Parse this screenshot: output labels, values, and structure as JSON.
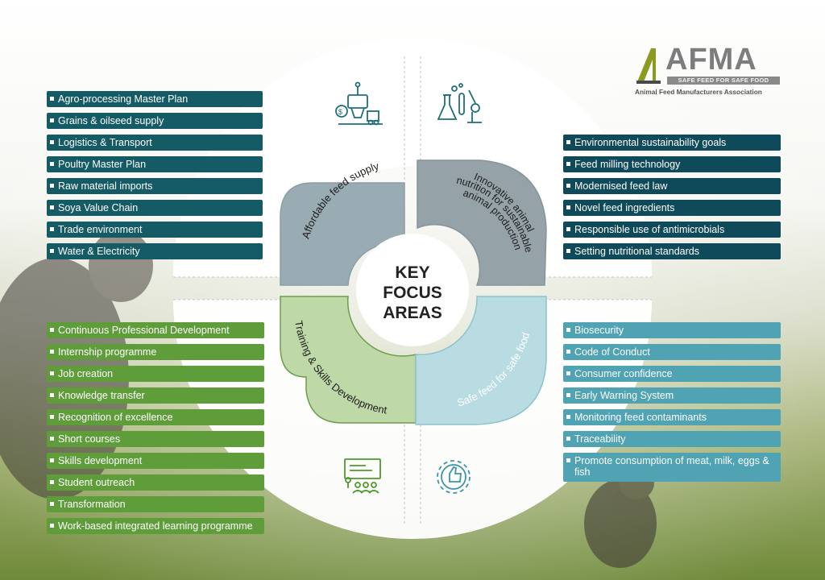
{
  "logo": {
    "name": "AFMA",
    "tagline": "SAFE FEED FOR SAFE FOOD",
    "full_name": "Animal Feed Manufacturers Association"
  },
  "center": {
    "line1": "KEY",
    "line2": "FOCUS",
    "line3": "AREAS"
  },
  "quadrants": {
    "tl": {
      "title": "Affordable feed supply",
      "color": "#9aacb3",
      "icon": "feed-mill-icon"
    },
    "tr": {
      "line1": "Innovative animal",
      "line2": "nutrition for sustainable",
      "line3": "animal production",
      "color": "#95a2a8",
      "icon": "laboratory-icon"
    },
    "bl": {
      "title": "Training & Skills Development",
      "color": "#bfd8a8",
      "icon": "classroom-presentation-icon"
    },
    "br": {
      "title": "Safe feed for safe food",
      "color": "#b8dce2",
      "icon": "gear-thumbs-up-icon"
    }
  },
  "lists": {
    "tl": [
      "Agro-processing Master Plan",
      "Grains & oilseed supply",
      "Logistics & Transport",
      "Poultry Master Plan",
      "Raw material imports",
      "Soya Value Chain",
      "Trade environment",
      "Water & Electricity"
    ],
    "tr": [
      "Environmental sustainability goals",
      "Feed milling technology",
      "Modernised feed law",
      "Novel feed ingredients",
      "Responsible use of antimicrobials",
      "Setting nutritional standards"
    ],
    "bl": [
      "Continuous Professional Development",
      "Internship programme",
      "Job creation",
      "Knowledge transfer",
      "Recognition of excellence",
      "Short courses",
      "Skills development",
      "Student outreach",
      "Transformation",
      "Work-based integrated learning programme"
    ],
    "br": [
      "Biosecurity",
      "Code of Conduct",
      "Consumer confidence",
      "Early Warning System",
      "Monitoring feed contaminants",
      "Traceability",
      "Promote consumption of meat, milk, eggs & fish"
    ]
  },
  "colors": {
    "list_tl": "#155b66",
    "list_tr": "#0f4a5a",
    "list_bl": "#5f9d3a",
    "list_br": "#4fa3b3",
    "icon_tl": "#1f6f78",
    "icon_tr": "#1f6f78",
    "icon_bl": "#4f9a2e",
    "icon_br": "#3b96a8"
  }
}
